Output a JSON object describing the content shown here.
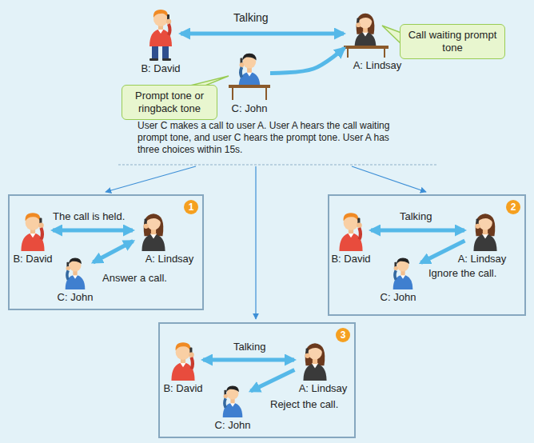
{
  "diagram": {
    "nodes": [
      {
        "text": [
          "B: David"
        ]
      },
      {
        "text": [
          "A: Lindsay"
        ]
      },
      {
        "text": [
          "C: John"
        ]
      },
      {
        "text": [
          "Call waiting prompt tone"
        ]
      },
      {
        "text": [
          "Prompt tone or ringback tone"
        ]
      },
      {
        "text": [
          "1"
        ]
      },
      {
        "text": [
          "B: David"
        ],
        "in": 5
      },
      {
        "text": [
          "A: Lindsay"
        ],
        "in": 5
      },
      {
        "text": [
          "C: John"
        ],
        "in": 5
      },
      {
        "text": [
          "2"
        ]
      },
      {
        "text": [
          "B: David"
        ],
        "in": 9
      },
      {
        "text": [
          "A: Lindsay"
        ],
        "in": 9
      },
      {
        "text": [
          "C: John"
        ],
        "in": 9
      },
      {
        "text": [
          "3"
        ]
      },
      {
        "text": [
          "B: David"
        ],
        "in": 13
      },
      {
        "text": [
          "A: Lindsay"
        ],
        "in": 13
      },
      {
        "text": [
          "C: John"
        ],
        "in": 13
      }
    ],
    "edges": [
      {
        "from": 0,
        "to": 1,
        "label": "Talking",
        "arrow": "both"
      },
      {
        "from": 2,
        "to": 1,
        "arrow": "to"
      },
      {
        "from": 6,
        "to": 7,
        "label": "The call is held.",
        "arrow": "both"
      },
      {
        "from": 8,
        "to": 7,
        "label": "Answer a call.",
        "arrow": "both"
      },
      {
        "from": 10,
        "to": 11,
        "label": "Talking",
        "arrow": "both"
      },
      {
        "from": 11,
        "to": 12,
        "label": "Ignore the call.",
        "arrow": "to"
      },
      {
        "from": 14,
        "to": 15,
        "label": "Talking",
        "arrow": "both"
      },
      {
        "from": 15,
        "to": 16,
        "label": "Reject the call.",
        "arrow": "to"
      }
    ],
    "labels": [
      "User C makes a call to user A. User A hears the call waiting prompt tone, and user C hears the prompt tone. User A has three choices within 15s."
    ]
  }
}
